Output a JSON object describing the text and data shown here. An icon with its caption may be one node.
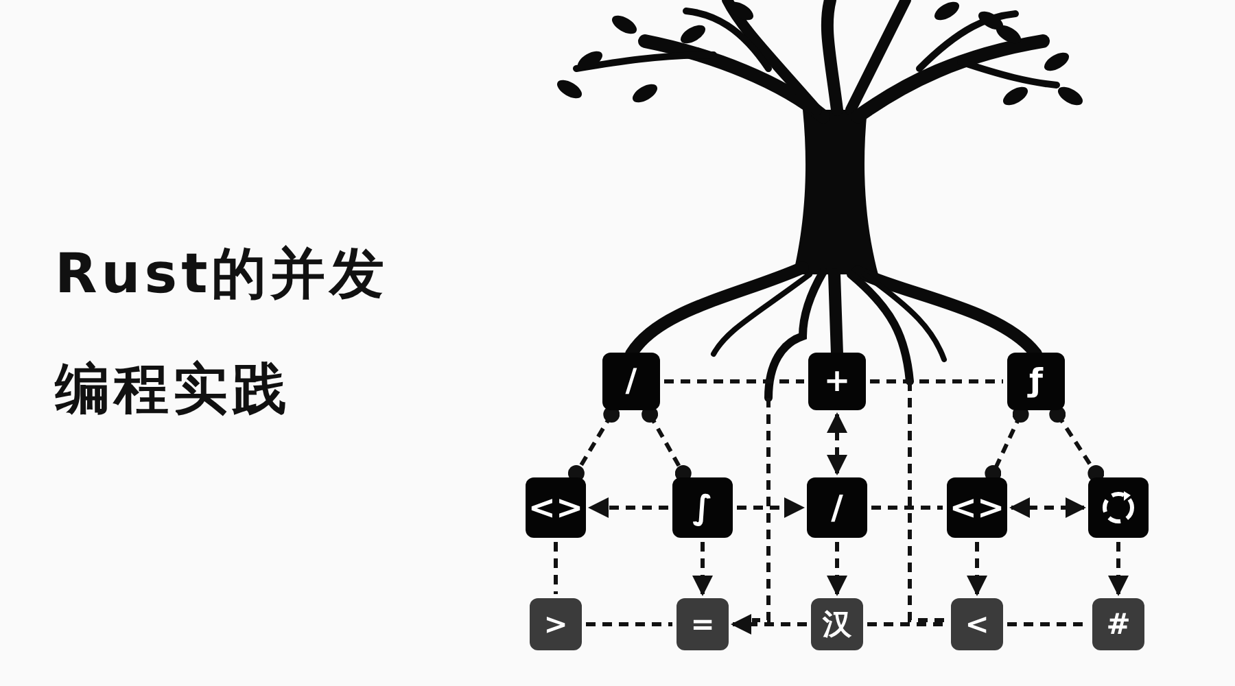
{
  "diagram": {
    "title": "Rust的并发编程实践",
    "nodes": [
      {
        "text": [
          "/"
        ]
      },
      {
        "text": [
          "+"
        ]
      },
      {
        "text": [
          "ƒ"
        ]
      },
      {
        "text": [
          "<>"
        ]
      },
      {
        "text": [
          "∫"
        ]
      },
      {
        "text": [
          "/"
        ]
      },
      {
        "text": [
          "<>"
        ]
      },
      {
        "text": [],
        "shape": "box"
      },
      {
        "text": [
          ">"
        ]
      },
      {
        "text": [
          "="
        ]
      },
      {
        "text": [
          "汉"
        ]
      },
      {
        "text": [
          "<"
        ]
      },
      {
        "text": [
          "#"
        ]
      }
    ],
    "edges": [
      {
        "from": 0,
        "to": 1,
        "arrow": "none"
      },
      {
        "from": 1,
        "to": 2,
        "arrow": "none"
      },
      {
        "from": 0,
        "to": 3,
        "arrow": "other"
      },
      {
        "from": 0,
        "to": 4,
        "arrow": "other"
      },
      {
        "from": 2,
        "to": 6,
        "arrow": "other"
      },
      {
        "from": 2,
        "to": 7,
        "arrow": "other"
      },
      {
        "from": 1,
        "to": 5,
        "arrow": "both"
      },
      {
        "from": 4,
        "to": 3,
        "arrow": "to"
      },
      {
        "from": 4,
        "to": 5,
        "arrow": "to"
      },
      {
        "from": 5,
        "to": 6,
        "arrow": "none"
      },
      {
        "from": 6,
        "to": 7,
        "arrow": "both"
      },
      {
        "from": 3,
        "to": 8,
        "arrow": "none"
      },
      {
        "from": 4,
        "to": 9,
        "arrow": "to"
      },
      {
        "from": 5,
        "to": 10,
        "arrow": "to"
      },
      {
        "from": 6,
        "to": 11,
        "arrow": "to"
      },
      {
        "from": 7,
        "to": 12,
        "arrow": "to"
      },
      {
        "from": 8,
        "to": 9,
        "arrow": "none"
      },
      {
        "from": 10,
        "to": 9,
        "arrow": "to"
      },
      {
        "from": 10,
        "to": 11,
        "arrow": "none"
      },
      {
        "from": 11,
        "to": 12,
        "arrow": "none"
      }
    ]
  }
}
